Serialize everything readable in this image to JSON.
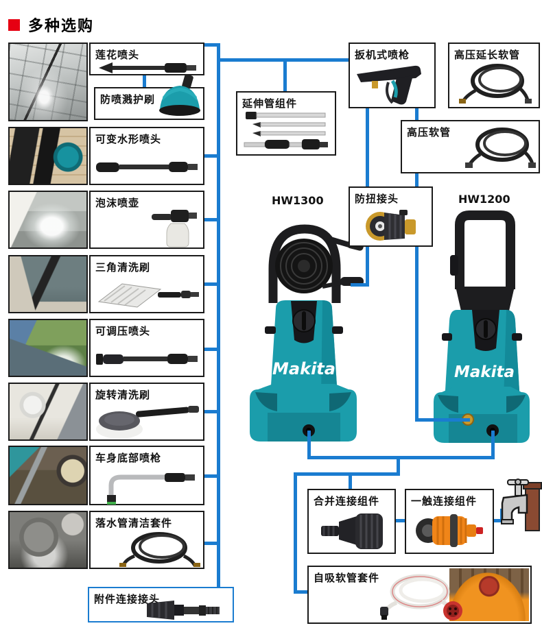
{
  "title": "多种选购",
  "brand": "Makita",
  "models": {
    "hw1300": "HW1300",
    "hw1200": "HW1200"
  },
  "left_items": [
    {
      "label": "莲花喷头"
    },
    {
      "label": "防喷溅护刷"
    },
    {
      "label": "可变水形喷头"
    },
    {
      "label": "泡沫喷壶"
    },
    {
      "label": "三角清洗刷"
    },
    {
      "label": "可调压喷头"
    },
    {
      "label": "旋转清洗刷"
    },
    {
      "label": "车身底部喷枪"
    },
    {
      "label": "落水管清洁套件"
    },
    {
      "label": "附件连接接头"
    }
  ],
  "right_boxes": {
    "extension_tube_kit": "延伸管组件",
    "trigger_gun": "扳机式喷枪",
    "hp_extension_hose": "高压延长软管",
    "hp_hose": "高压软管",
    "anti_twist_coupler": "防扭接头"
  },
  "bottom_boxes": {
    "merge_connector_kit": "合并连接组件",
    "one_touch_connector_kit": "一触连接组件",
    "self_priming_hose_kit": "自吸软管套件"
  },
  "colors": {
    "accent_red": "#e60012",
    "connector_blue": "#1a7cd0",
    "makita_teal": "#1b9dab"
  }
}
